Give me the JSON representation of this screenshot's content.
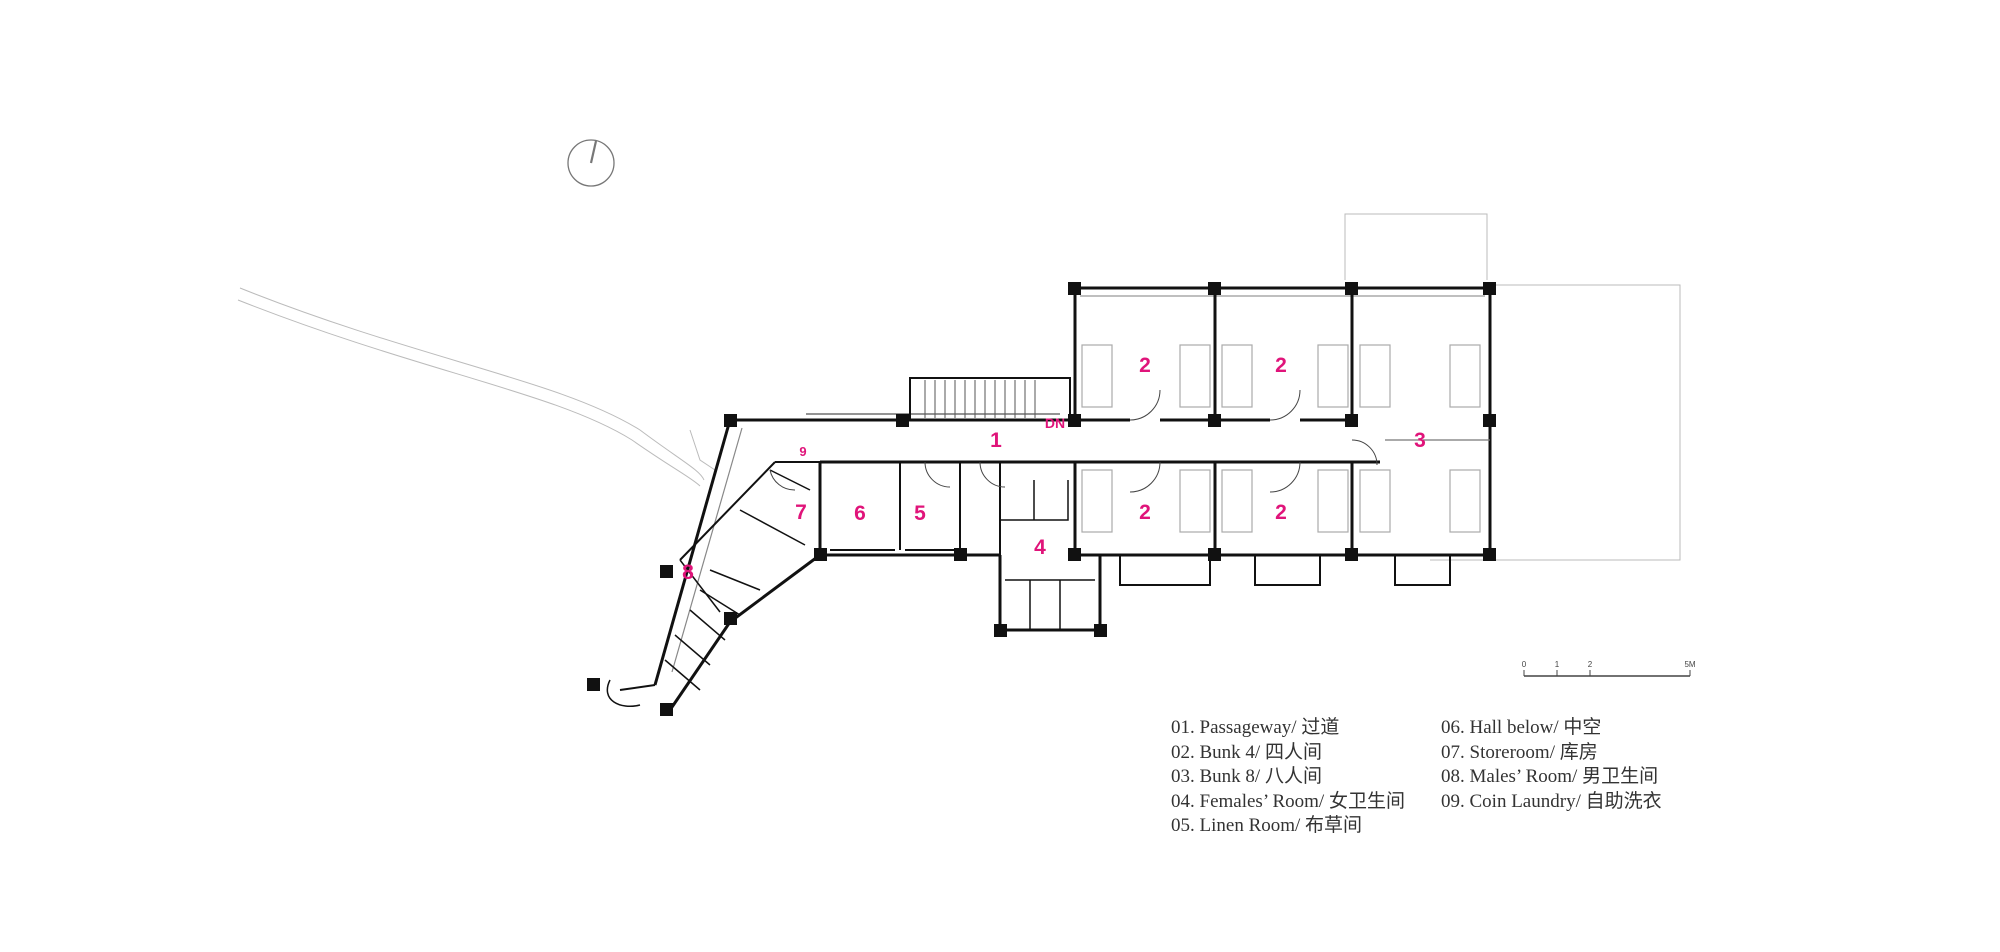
{
  "labels": {
    "dn": "DN",
    "room_numbers": {
      "r1": "1",
      "r2a": "2",
      "r2b": "2",
      "r2c": "2",
      "r2d": "2",
      "r3": "3",
      "r4": "4",
      "r5": "5",
      "r6": "6",
      "r7": "7",
      "r8": "8",
      "r9": "9"
    }
  },
  "scale_bar": {
    "ticks": [
      "0",
      "1",
      "2",
      "5M"
    ]
  },
  "legend": {
    "col1": [
      "01. Passageway/ 过道",
      "02. Bunk 4/ 四人间",
      "03. Bunk 8/ 八人间",
      "04. Females’ Room/ 女卫生间",
      "05. Linen Room/ 布草间"
    ],
    "col2": [
      "06. Hall below/ 中空",
      "07. Storeroom/ 库房",
      "08. Males’ Room/ 男卫生间",
      "09. Coin Laundry/ 自助洗衣"
    ]
  },
  "colors": {
    "accent": "#e0147a",
    "walls": "#111111",
    "thin_lines": "#9a9a9a"
  },
  "icons": {
    "north": "north-arrow-icon"
  }
}
